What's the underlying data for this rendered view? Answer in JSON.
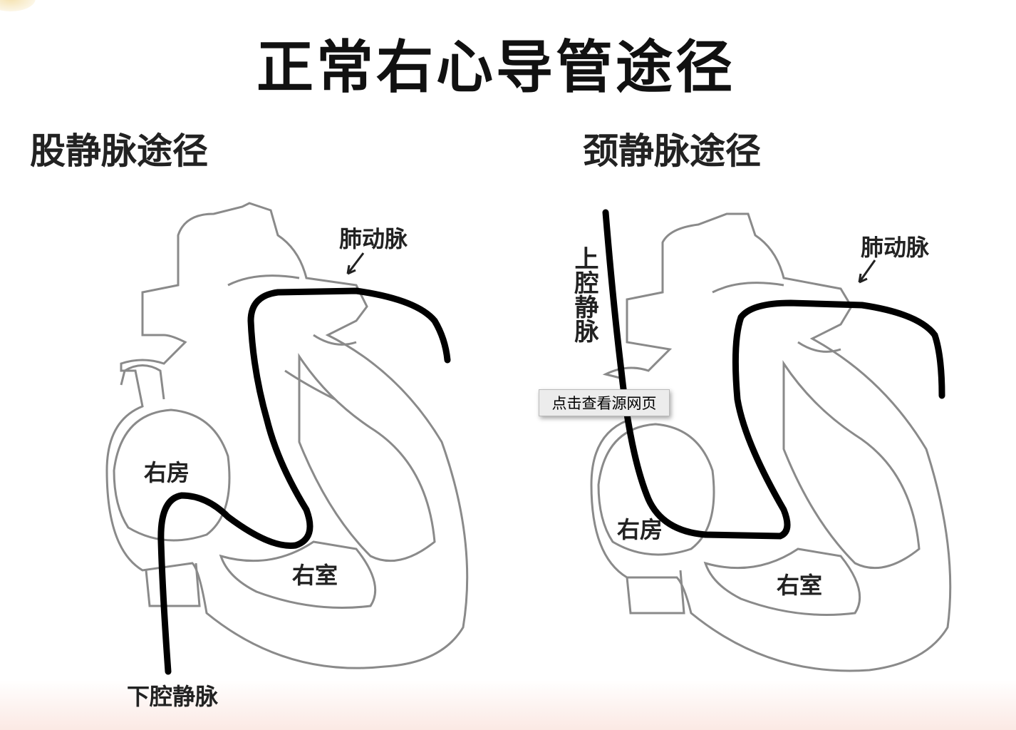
{
  "title": "正常右心导管途径",
  "left": {
    "heading": "股静脉途径",
    "labels": {
      "pulmonary_artery": "肺动脉",
      "right_atrium": "右房",
      "right_ventricle": "右室",
      "ivc": "下腔静脉"
    }
  },
  "right": {
    "heading": "颈静脉途径",
    "labels": {
      "pulmonary_artery": "肺动脉",
      "right_atrium": "右房",
      "right_ventricle": "右室",
      "svc": "上腔静脉"
    }
  },
  "tooltip": "点击查看源网页",
  "colors": {
    "catheter": "#000000",
    "outline": "#8a8a8a"
  }
}
